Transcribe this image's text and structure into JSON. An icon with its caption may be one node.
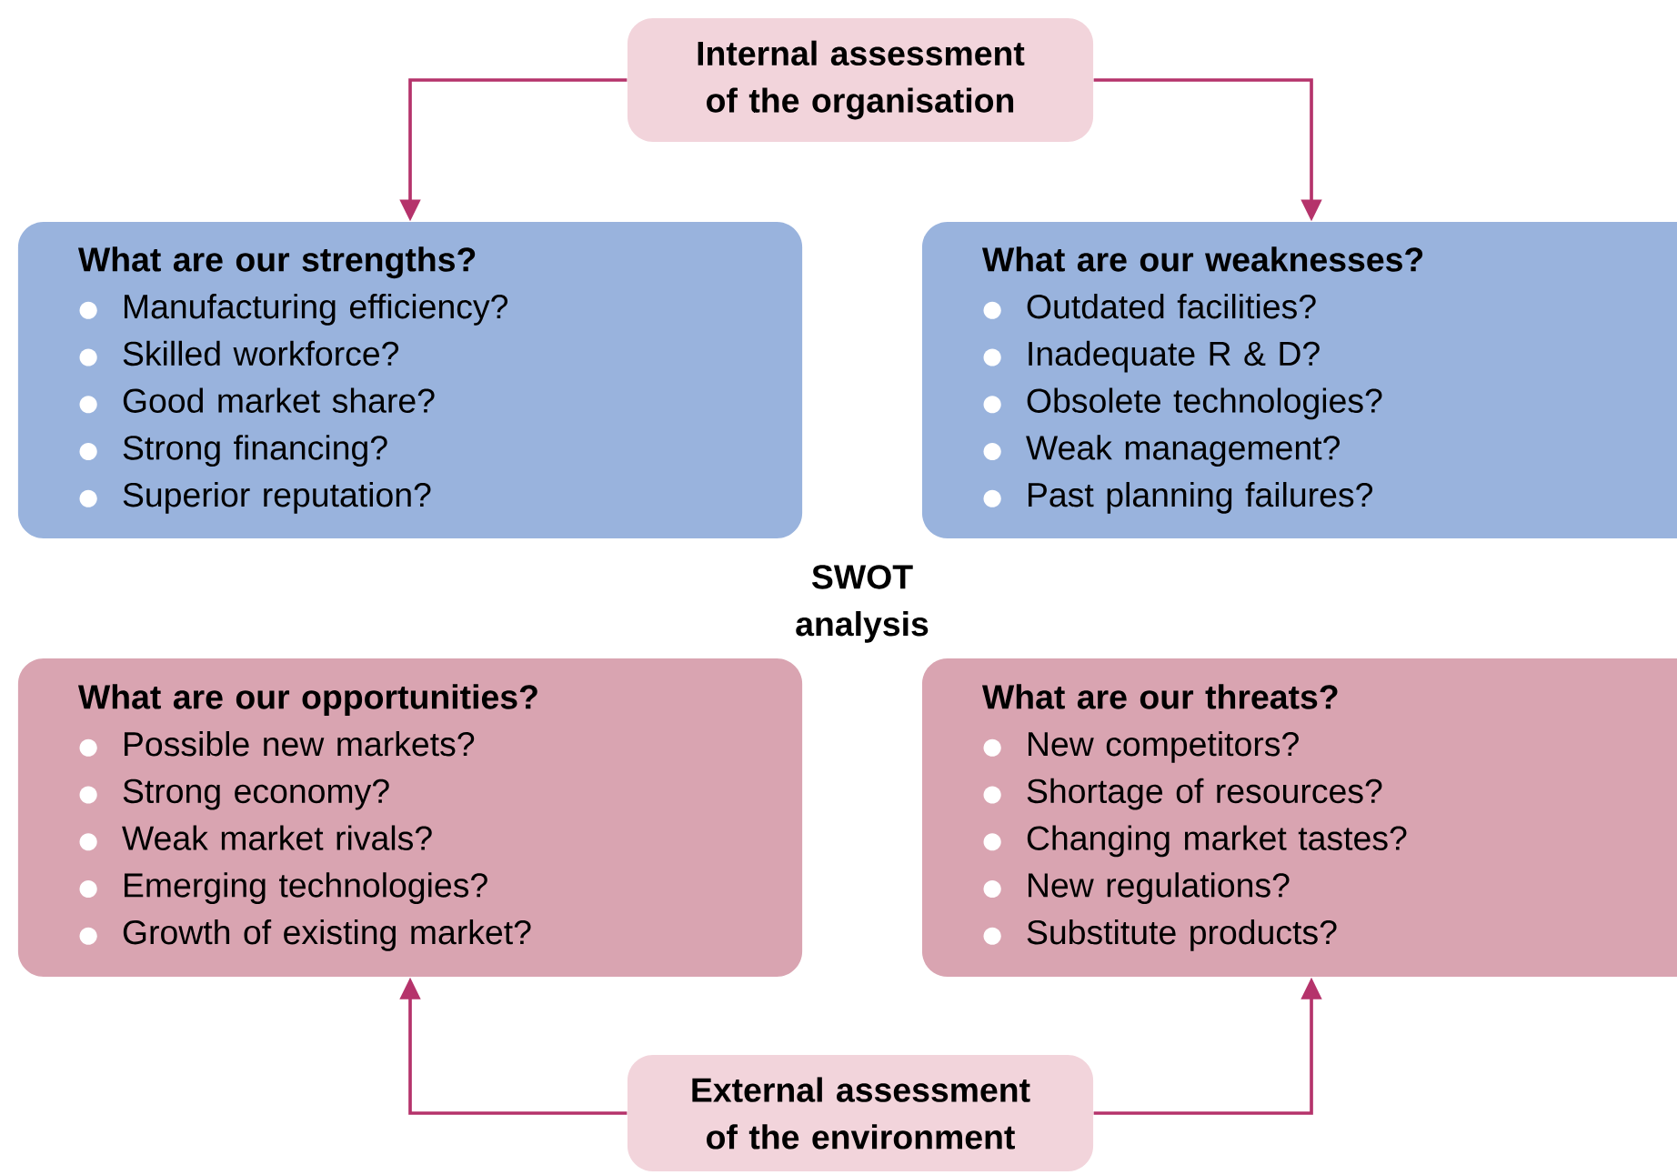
{
  "diagram": {
    "nodes": [
      {
        "text": [
          "Internal assessment of the organisation"
        ]
      },
      {
        "text": [
          "What are our strengths?",
          "Manufacturing efficiency?",
          "Skilled workforce?",
          "Good market share?",
          "Strong financing?",
          "Superior reputation?"
        ]
      },
      {
        "text": [
          "What are our weaknesses?",
          "Outdated facilities?",
          "Inadequate R & D?",
          "Obsolete technologies?",
          "Weak management?",
          "Past planning failures?"
        ]
      },
      {
        "text": [
          "What are our opportunities?",
          "Possible new markets?",
          "Strong economy?",
          "Weak market rivals?",
          "Emerging technologies?",
          "Growth of existing market?"
        ]
      },
      {
        "text": [
          "What are our threats?",
          "New competitors?",
          "Shortage of resources?",
          "Changing market tastes?",
          "New regulations?",
          "Substitute products?"
        ]
      },
      {
        "text": [
          "External assessment of the environment"
        ]
      }
    ],
    "edges": [
      {
        "from": 0,
        "to": 1,
        "arrow": "to"
      },
      {
        "from": 0,
        "to": 2,
        "arrow": "to"
      },
      {
        "from": 5,
        "to": 3,
        "arrow": "to"
      },
      {
        "from": 5,
        "to": 4,
        "arrow": "to"
      }
    ],
    "labels": [
      "SWOT analysis"
    ]
  }
}
